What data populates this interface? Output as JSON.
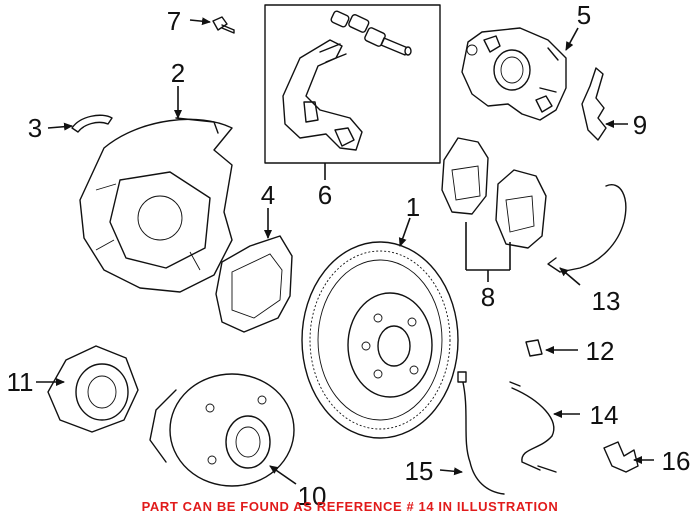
{
  "diagram": {
    "callouts": [
      {
        "id": "1",
        "label": "1"
      },
      {
        "id": "2",
        "label": "2"
      },
      {
        "id": "3",
        "label": "3"
      },
      {
        "id": "4",
        "label": "4"
      },
      {
        "id": "5",
        "label": "5"
      },
      {
        "id": "6",
        "label": "6"
      },
      {
        "id": "7",
        "label": "7"
      },
      {
        "id": "8",
        "label": "8"
      },
      {
        "id": "9",
        "label": "9"
      },
      {
        "id": "10",
        "label": "10"
      },
      {
        "id": "11",
        "label": "11"
      },
      {
        "id": "12",
        "label": "12"
      },
      {
        "id": "13",
        "label": "13"
      },
      {
        "id": "14",
        "label": "14"
      },
      {
        "id": "15",
        "label": "15"
      },
      {
        "id": "16",
        "label": "16"
      }
    ],
    "footer_note": "PART CAN BE FOUND AS REFERENCE # 14 IN ILLUSTRATION",
    "colors": {
      "note": "#e11b1b",
      "line": "#111111",
      "background": "#ffffff"
    }
  }
}
